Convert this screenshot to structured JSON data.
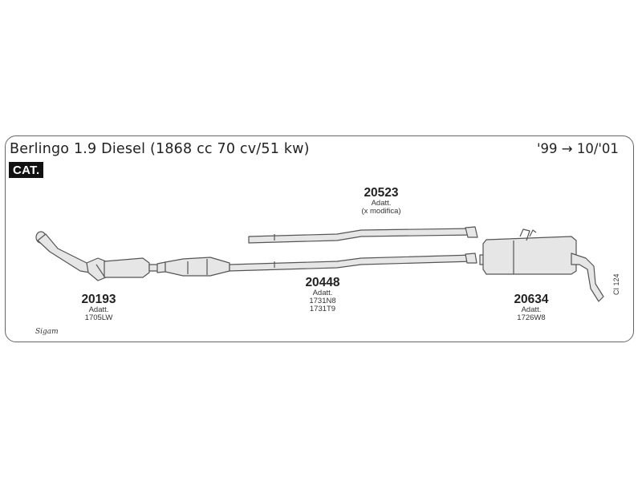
{
  "header": {
    "title": "Berlingo 1.9 Diesel (1868 cc 70 cv/51 kw)",
    "date_range": "'99 → 10/'01",
    "badge": "CAT."
  },
  "parts": [
    {
      "number": "20523",
      "lines": [
        "Adatt.",
        "(x modifica)"
      ]
    },
    {
      "number": "20448",
      "lines": [
        "Adatt.",
        "1731N8",
        "1731T9"
      ]
    },
    {
      "number": "20193",
      "lines": [
        "Adatt.",
        "1705LW"
      ]
    },
    {
      "number": "20634",
      "lines": [
        "Adatt.",
        "1726W8"
      ]
    }
  ],
  "reference": "CI 124",
  "brand": "Sigam",
  "colors": {
    "line": "#555555",
    "fill": "#e6e6e6",
    "border": "#666666"
  }
}
